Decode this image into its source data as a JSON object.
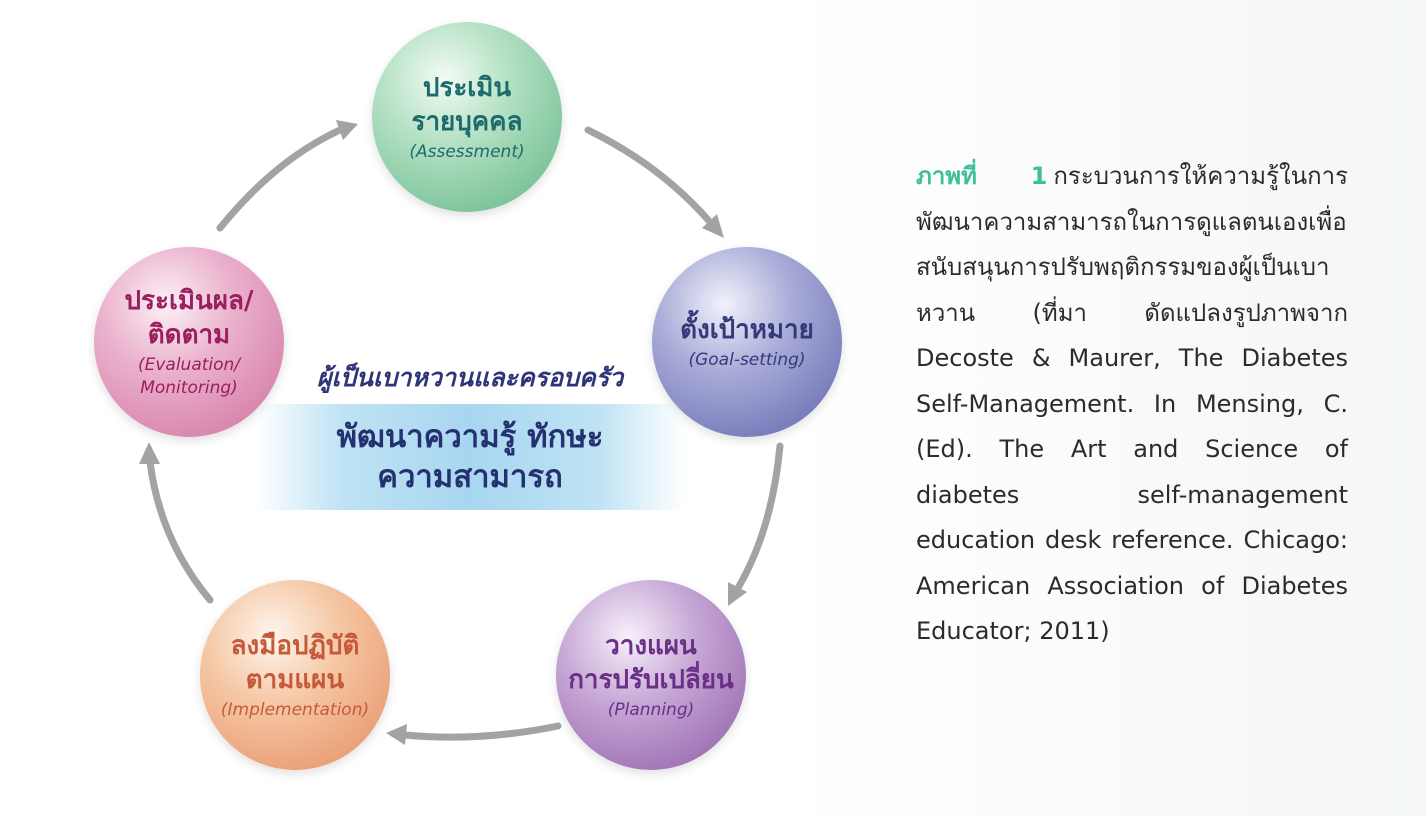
{
  "diagram": {
    "nodes": [
      {
        "id": "assessment",
        "line1": "ประเมิน",
        "line2": "รายบุคคล",
        "en1": "(Assessment)",
        "en2": ""
      },
      {
        "id": "goal",
        "line1": "ตั้งเป้าหมาย",
        "line2": "",
        "en1": "(Goal-setting)",
        "en2": ""
      },
      {
        "id": "planning",
        "line1": "วางแผน",
        "line2": "การปรับเปลี่ยน",
        "en1": "(Planning)",
        "en2": ""
      },
      {
        "id": "implementation",
        "line1": "ลงมือปฏิบัติ",
        "line2": "ตามแผน",
        "en1": "(Implementation)",
        "en2": ""
      },
      {
        "id": "evaluation",
        "line1": "ประเมินผล/",
        "line2": "ติดตาม",
        "en1": "(Evaluation/",
        "en2": "Monitoring)"
      }
    ],
    "center": {
      "subtitle": "ผู้เป็นเบาหวานและครอบครัว",
      "line1": "พัฒนาความรู้ ทักษะ",
      "line2": "ความสามารถ"
    },
    "colors": {
      "arrow": "#a3a3a3",
      "assessment": "#5fb485",
      "goal": "#5d63ac",
      "planning": "#8c5aa4",
      "implementation": "#e58b5f",
      "evaluation": "#cf6f9c",
      "caption_label": "#3dbf9a"
    }
  },
  "caption": {
    "label": "ภาพที่ 1",
    "text": "กระบวนการให้ความรู้ในการพัฒนาความสามารถในการดูแลตนเองเพื่อสนับสนุนการปรับพฤติกรรมของผู้เป็นเบาหวาน (ที่มา ดัดแปลงรูปภาพจาก Decoste & Maurer, The Diabetes Self-Management. In Mensing, C. (Ed). The Art and Science of diabetes self-management education desk reference. Chicago: American Association of Diabetes Educator; 2011)"
  }
}
